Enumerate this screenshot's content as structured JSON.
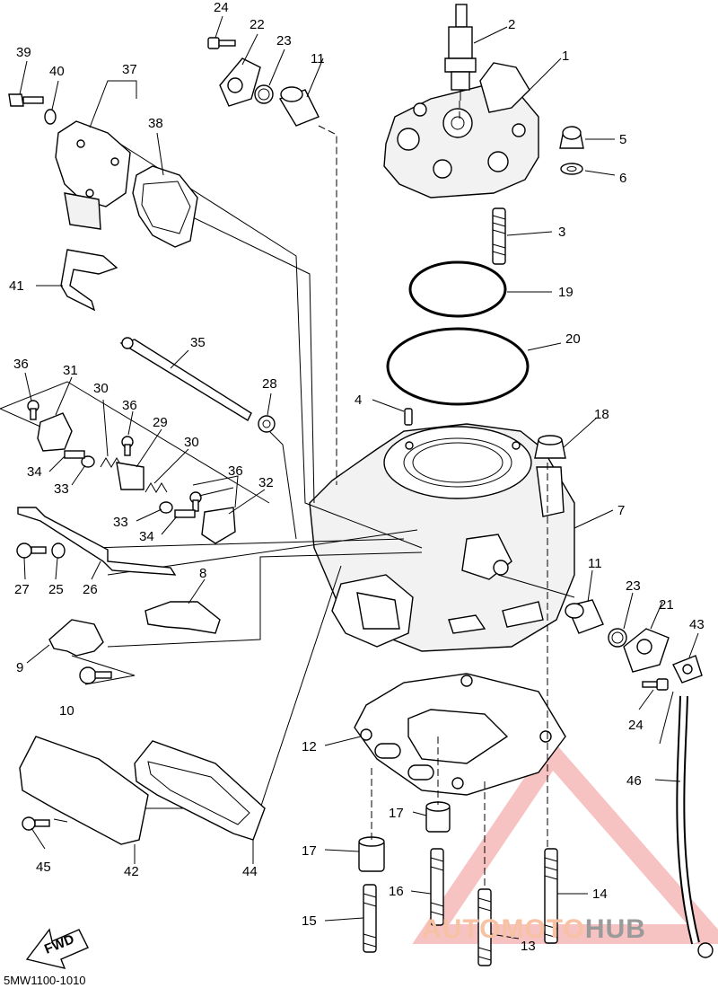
{
  "diagram": {
    "drawing_code": "5MW1100-1010",
    "direction_label": "FWD",
    "watermark": {
      "part_a": "AUTOMOTO",
      "part_b": "HUB",
      "color_a": "#f7c2a3",
      "color_b": "#9a9a9a",
      "triangle_color": "#f09090"
    },
    "callouts": {
      "c1": "1",
      "c2": "2",
      "c3": "3",
      "c4": "4",
      "c5": "5",
      "c6": "6",
      "c7": "7",
      "c8": "8",
      "c9": "9",
      "c10": "10",
      "c11a": "11",
      "c11b": "11",
      "c12": "12",
      "c13": "13",
      "c14": "14",
      "c15": "15",
      "c16": "16",
      "c17a": "17",
      "c17b": "17",
      "c18": "18",
      "c19": "19",
      "c20": "20",
      "c21": "21",
      "c22": "22",
      "c23a": "23",
      "c23b": "23",
      "c24a": "24",
      "c24b": "24",
      "c25": "25",
      "c26": "26",
      "c27": "27",
      "c28": "28",
      "c29": "29",
      "c30a": "30",
      "c30b": "30",
      "c31": "31",
      "c32": "32",
      "c33a": "33",
      "c33b": "33",
      "c34a": "34",
      "c34b": "34",
      "c35": "35",
      "c36a": "36",
      "c36b": "36",
      "c36c": "36",
      "c37": "37",
      "c38": "38",
      "c39": "39",
      "c40": "40",
      "c41": "41",
      "c42": "42",
      "c43": "43",
      "c44": "44",
      "c45": "45",
      "c46": "46"
    }
  }
}
